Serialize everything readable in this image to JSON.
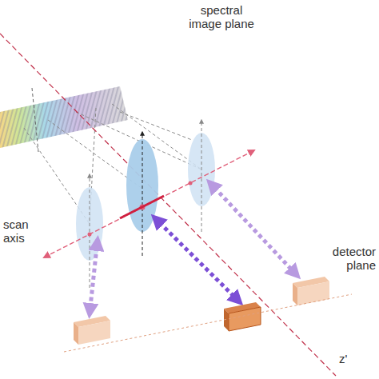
{
  "diagram": {
    "labels": [
      "spectral image plane",
      "scan axis",
      "detector plane",
      "z'"
    ]
  }
}
